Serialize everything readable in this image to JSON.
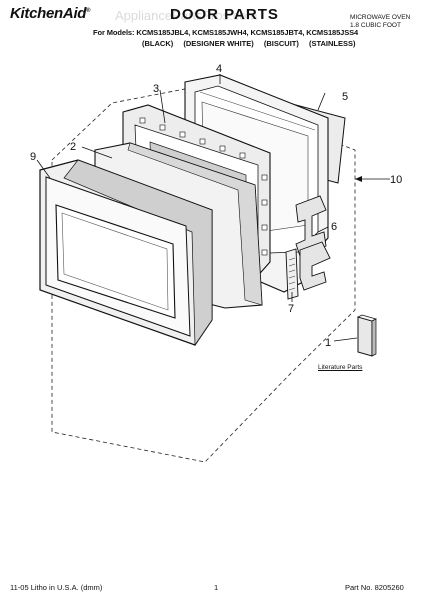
{
  "header": {
    "brand": "KitchenAid",
    "brand_mark": "®",
    "title": "DOOR PARTS",
    "product_line1": "MICROWAVE OVEN",
    "product_line2": "1.8 CUBIC FOOT",
    "models": "For Models: KCMS185JBL4, KCMS185JWH4, KCMS185JBT4, KCMS185JSS4",
    "colors": [
      "(BLACK)",
      "(DESIGNER WHITE)",
      "(BISCUIT)",
      "(STAINLESS)"
    ]
  },
  "watermark": "AppliancePartsPros.com",
  "callouts": [
    "1",
    "2",
    "3",
    "4",
    "5",
    "6",
    "7",
    "9",
    "10"
  ],
  "literature_label": "Literature Parts",
  "footer": {
    "left": "11-05 Litho in U.S.A. (dmm)",
    "page": "1",
    "right": "Part No. 8205260"
  }
}
